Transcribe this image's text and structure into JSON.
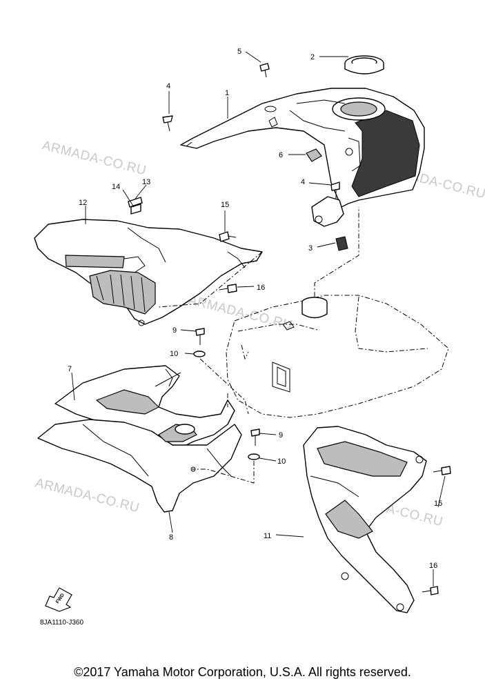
{
  "watermarks": [
    "ARMADA-CO.RU",
    "ARMADA-CO.RU",
    "ARMADA-CO.RU",
    "ARMADA-CO.RU",
    "ARMADA-CO.RU"
  ],
  "callouts": [
    "1",
    "2",
    "3",
    "4",
    "4",
    "5",
    "6",
    "7",
    "8",
    "9",
    "9",
    "10",
    "10",
    "11",
    "12",
    "13",
    "14",
    "15",
    "15",
    "16",
    "16"
  ],
  "fwd_label": "FWD",
  "diagram_code": "8JA1110-J360",
  "copyright": "©2017 Yamaha Motor Corporation, U.S.A. All rights reserved."
}
